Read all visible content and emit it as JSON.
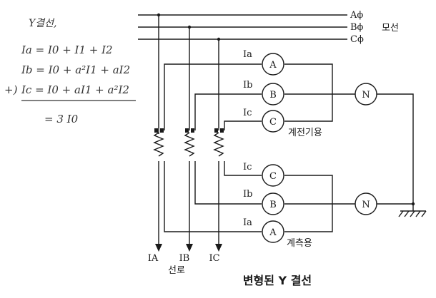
{
  "notes": {
    "heading": "Y결선,",
    "eq1": "Ia = I0 + I1 + I2",
    "eq2": "Ib = I0 + a²I1 + aI2",
    "eq3": "Ic = I0 + aI1 + a²I2",
    "plus": "+)",
    "result": "= 3 I0"
  },
  "bus": {
    "phases": [
      "Aϕ",
      "Bϕ",
      "Cϕ"
    ],
    "label": "모선"
  },
  "upper_group": {
    "meters": [
      "A",
      "B",
      "C"
    ],
    "currents": [
      "Ia",
      "Ib",
      "Ic"
    ],
    "neutral": "N",
    "label": "계전기용"
  },
  "lower_group": {
    "meters": [
      "C",
      "B",
      "A"
    ],
    "currents": [
      "Ic",
      "Ib",
      "Ia"
    ],
    "neutral": "N",
    "label": "계측용"
  },
  "lines": {
    "terminals": [
      "IA",
      "IB",
      "IC"
    ],
    "label": "선로"
  },
  "title": "변형된 Y 결선"
}
